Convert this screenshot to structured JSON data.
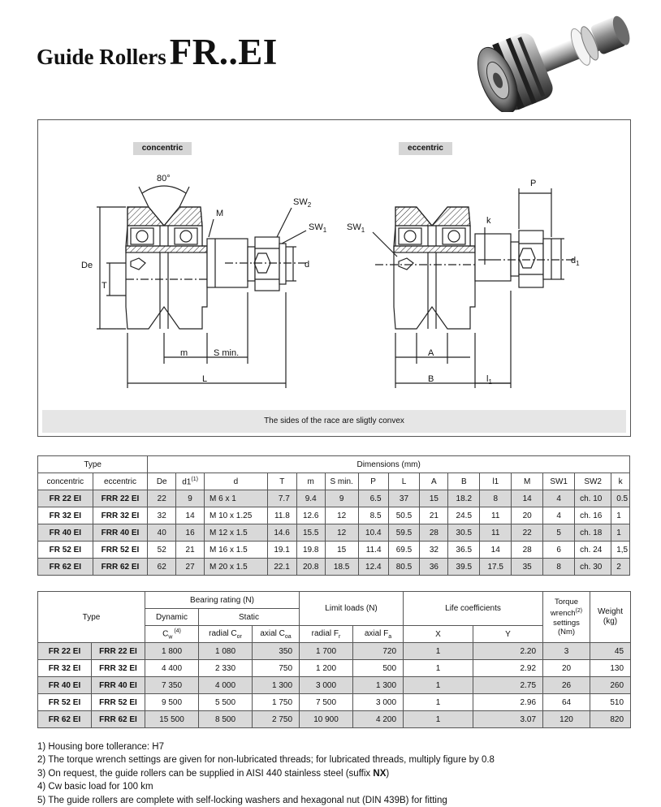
{
  "title": {
    "prefix": "Guide Rollers",
    "model": "FR..EI"
  },
  "drawing": {
    "concentric_label": "concentric",
    "eccentric_label": "eccentric",
    "note": "The sides of the race are sligtly convex",
    "labels": {
      "angle": "80°",
      "M": "M",
      "SW2": "SW",
      "SW1_left": "SW",
      "SW1_right": "SW",
      "De": "De",
      "T": "T",
      "d": "d",
      "m": "m",
      "S_min": "S min.",
      "L": "L",
      "P": "P",
      "k": "k",
      "d1": "d",
      "A": "A",
      "B": "B",
      "l1": "l"
    }
  },
  "dimensions_table": {
    "type_header": "Type",
    "dims_header": "Dimensions  (mm)",
    "sub_concentric": "concentric",
    "sub_eccentric": "eccentric",
    "columns": [
      "De",
      "d1",
      "d",
      "T",
      "m",
      "S min.",
      "P",
      "L",
      "A",
      "B",
      "l1",
      "M",
      "SW1",
      "SW2",
      "k"
    ],
    "rows": [
      {
        "concentric": "FR 22 EI",
        "eccentric": "FRR 22 EI",
        "values": [
          "22",
          "9",
          "M  6 x 1",
          "7.7",
          "9.4",
          "9",
          "6.5",
          "37",
          "15",
          "18.2",
          "8",
          "14",
          "4",
          "ch. 10",
          "0.5"
        ]
      },
      {
        "concentric": "FR 32 EI",
        "eccentric": "FRR 32 EI",
        "values": [
          "32",
          "14",
          "M 10 x 1.25",
          "11.8",
          "12.6",
          "12",
          "8.5",
          "50.5",
          "21",
          "24.5",
          "11",
          "20",
          "4",
          "ch. 16",
          "1"
        ]
      },
      {
        "concentric": "FR 40 EI",
        "eccentric": "FRR 40 EI",
        "values": [
          "40",
          "16",
          "M 12 x 1.5",
          "14.6",
          "15.5",
          "12",
          "10.4",
          "59.5",
          "28",
          "30.5",
          "11",
          "22",
          "5",
          "ch. 18",
          "1"
        ]
      },
      {
        "concentric": "FR 52 EI",
        "eccentric": "FRR 52 EI",
        "values": [
          "52",
          "21",
          "M 16 x 1.5",
          "19.1",
          "19.8",
          "15",
          "11.4",
          "69.5",
          "32",
          "36.5",
          "14",
          "28",
          "6",
          "ch. 24",
          "1,5"
        ]
      },
      {
        "concentric": "FR 62 EI",
        "eccentric": "FRR 62 EI",
        "values": [
          "62",
          "27",
          "M 20 x 1.5",
          "22.1",
          "20.8",
          "18.5",
          "12.4",
          "80.5",
          "36",
          "39.5",
          "17.5",
          "35",
          "8",
          "ch. 30",
          "2"
        ]
      }
    ]
  },
  "load_table": {
    "type_header": "Type",
    "bearing_rating": "Bearing rating (N)",
    "dynamic": "Dynamic",
    "static": "Static",
    "cw": "C",
    "radial_cor": "radial C",
    "axial_coa": "axial C",
    "limit_loads": "Limit loads (N)",
    "radial_fr": "radial F",
    "axial_fa": "axial F",
    "life_coeff": "Life coefficients",
    "x": "X",
    "y": "Y",
    "torque_1": "Torque",
    "torque_2": "wrench",
    "torque_3": "settings",
    "torque_4": "(Nm)",
    "weight_1": "Weight",
    "weight_2": "(kg)",
    "rows": [
      {
        "concentric": "FR 22 EI",
        "eccentric": "FRR 22 EI",
        "values": [
          "1 800",
          "1 080",
          "350",
          "1 700",
          "720",
          "1",
          "2.20",
          "3",
          "45"
        ]
      },
      {
        "concentric": "FR 32 EI",
        "eccentric": "FRR 32 EI",
        "values": [
          "4 400",
          "2 330",
          "750",
          "1 200",
          "500",
          "1",
          "2.92",
          "20",
          "130"
        ]
      },
      {
        "concentric": "FR 40 EI",
        "eccentric": "FRR 40 EI",
        "values": [
          "7 350",
          "4 000",
          "1 300",
          "3 000",
          "1 300",
          "1",
          "2.75",
          "26",
          "260"
        ]
      },
      {
        "concentric": "FR 52 EI",
        "eccentric": "FRR 52 EI",
        "values": [
          "9 500",
          "5 500",
          "1 750",
          "7 500",
          "3 000",
          "1",
          "2.96",
          "64",
          "510"
        ]
      },
      {
        "concentric": "FR 62 EI",
        "eccentric": "FRR 62 EI",
        "values": [
          "15 500",
          "8 500",
          "2 750",
          "10 900",
          "4 200",
          "1",
          "3.07",
          "120",
          "820"
        ]
      }
    ]
  },
  "footnotes": {
    "n1": "1) Housing bore tollerance: H7",
    "n2": "2) The torque wrench settings are given for non-lubricated threads; for lubricated threads, multiply figure by 0.8",
    "n3_text": "3) On request, the guide rollers can be supplied in AISI 440 stainless steel (suffix ",
    "n3_bold": "NX",
    "n3_end": ")",
    "n4": "4) Cw basic load for 100 km",
    "n5": "5) The guide rollers are complete with self-locking washers and hexagonal nut (DIN 439B) for fitting"
  }
}
